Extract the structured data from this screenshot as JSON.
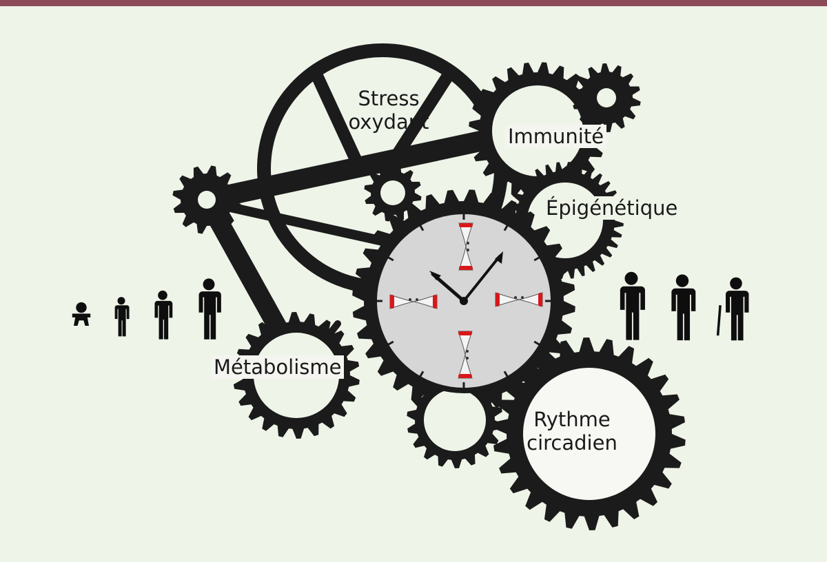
{
  "colors": {
    "background": "#eef4e8",
    "top_bar": "#8b4a57",
    "gear": "#1b1b1b",
    "clock_face": "#d6d6d6",
    "telomere": "#d8181a"
  },
  "labels": {
    "stress": [
      "Stress",
      "oxydant"
    ],
    "immunite": "Immunité",
    "epigenetique": "Épigénétique",
    "metabolisme": "Métabolisme",
    "rythme": [
      "Rythme",
      "circadien"
    ]
  },
  "icons": {
    "clock": "clock-icon",
    "chromosome": "chromosome-icon",
    "gear": "gear-icon",
    "person": "person-icon",
    "ages": [
      "baby-icon",
      "child-icon",
      "boy-icon",
      "teen-icon",
      "adult-icon",
      "middle-aged-icon",
      "elderly-with-cane-icon"
    ]
  }
}
